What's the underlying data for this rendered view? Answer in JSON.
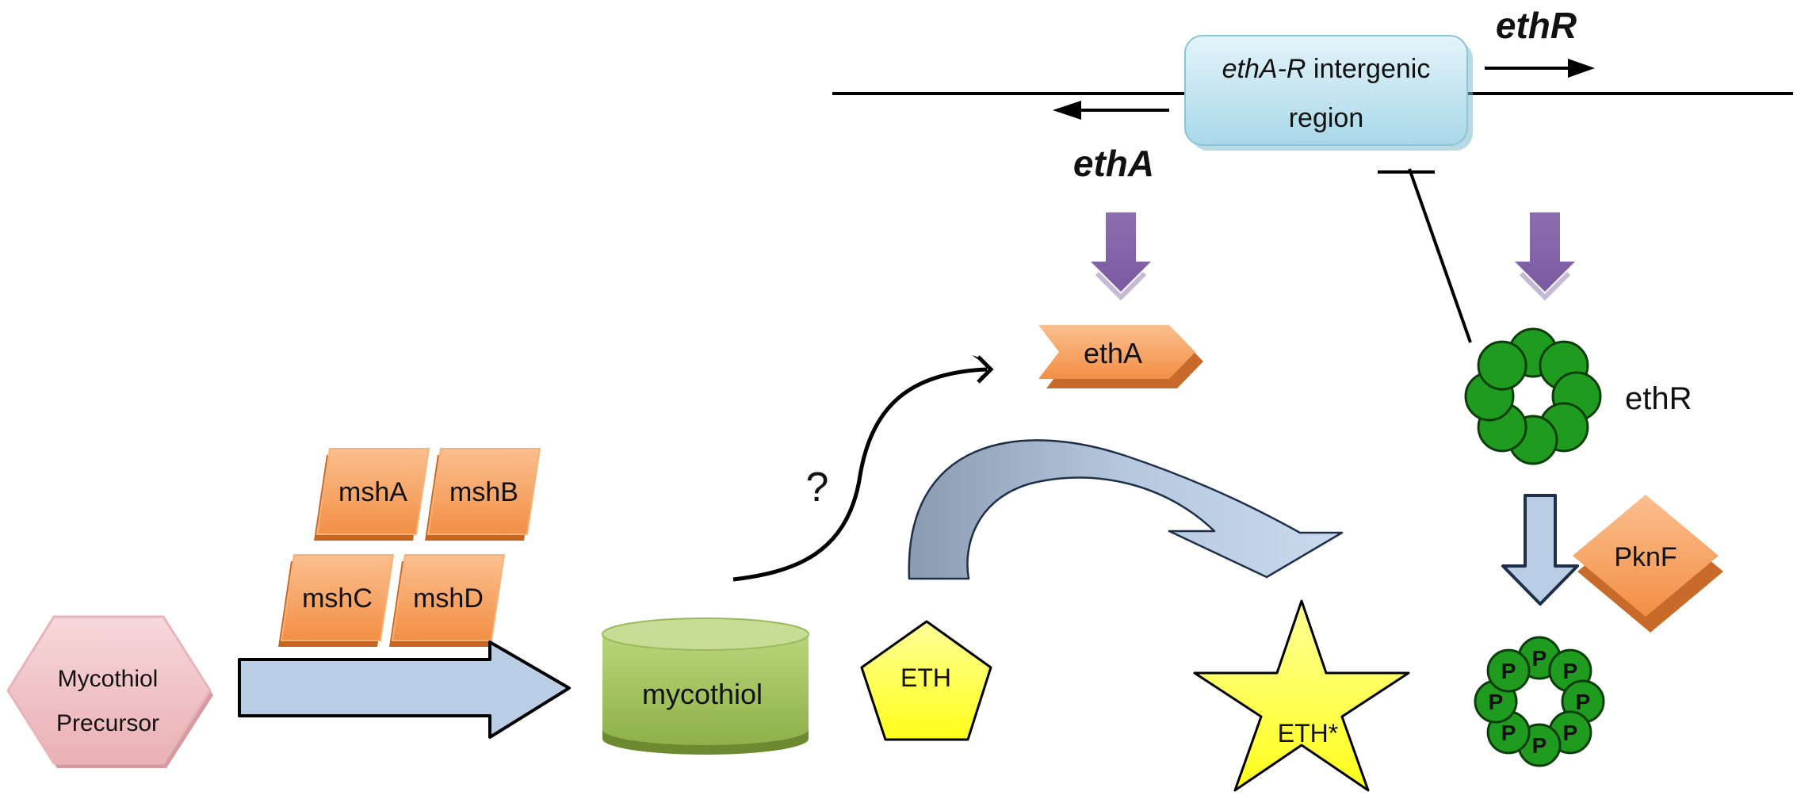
{
  "gene_region": {
    "box_label_italic": "ethA-R",
    "box_label_rest": " intergenic",
    "box_label_line2": "region",
    "ethA_gene": "ethA",
    "ethR_gene": "ethR"
  },
  "proteins": {
    "ethA": "ethA",
    "ethR": "ethR",
    "pknF": "PknF",
    "phospho_mark": "P"
  },
  "msh_enzymes": [
    "mshA",
    "mshB",
    "mshC",
    "mshD"
  ],
  "precursor": {
    "line1": "Mycothiol",
    "line2": "Precursor"
  },
  "mycothiol": "mycothiol",
  "drug": "ETH",
  "activated_drug": "ETH*",
  "unknown_link": "?",
  "colors": {
    "orange": "#f4a062",
    "orange_dark": "#c8641e",
    "green": "#1f9c1f",
    "purple": "#8064a2",
    "arrow_blue": "#b9cde5",
    "box_blue": "#bde3ef",
    "yellow": "#ffff66",
    "pink": "#f2c4c8",
    "cylinder_green": "#9bbb59"
  }
}
